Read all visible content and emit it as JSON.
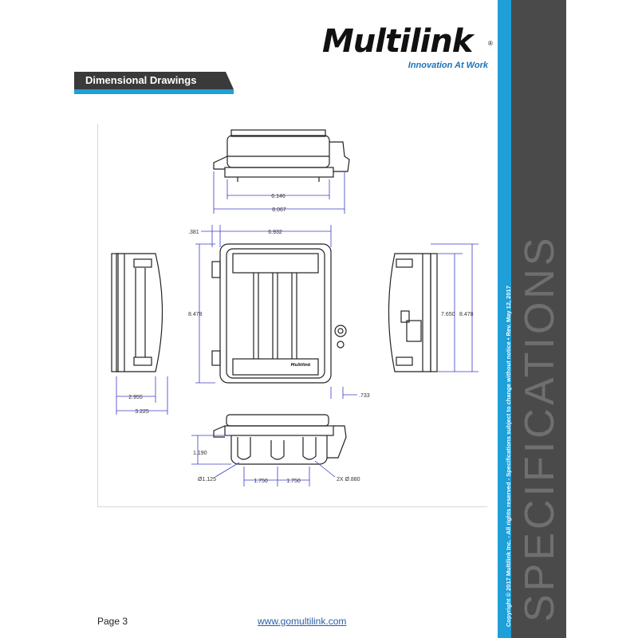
{
  "header": {
    "logo_name": "Multilink",
    "logo_reg": "®",
    "tagline": "Innovation At Work"
  },
  "section": {
    "title": "Dimensional Drawings"
  },
  "drawing": {
    "top_inner_width": "6.146",
    "top_overall_width": "8.067",
    "front_lip": ".381",
    "front_width": "6.932",
    "front_height": "8.478",
    "front_latch": ".733",
    "left_inner_depth": "2.955",
    "left_overall_depth": "3.225",
    "right_inner_height": "7.650",
    "right_overall_height": "8.478",
    "bottom_height": "1.190",
    "bottom_hole_dia": "Ø1.125",
    "bottom_spacing_1": "1.750",
    "bottom_spacing_2": "1.750",
    "bottom_small_holes": "2X Ø.880",
    "nameplate": "Multilink"
  },
  "sidebar": {
    "copyright": "Copyright © 2017 Multilink Inc. - All rights reserved - Specifications subject to change without notice  •  Rev. May 12, 2017",
    "section_label": "SPECIFICATIONS"
  },
  "footer": {
    "page": "Page 3",
    "url": "www.gomultilink.com"
  },
  "colors": {
    "accent_blue": "#1e9fd8",
    "dark_gray": "#4a4a4a",
    "dimension_line": "#3b3bc8"
  }
}
